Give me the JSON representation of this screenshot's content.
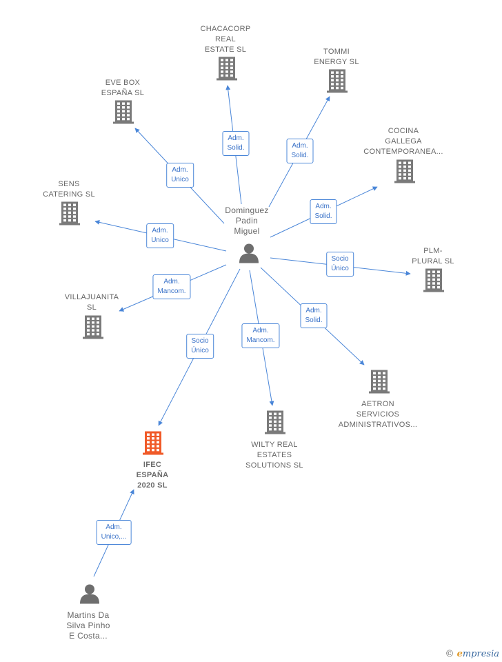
{
  "center": {
    "name": "Dominguez\nPadin\nMiguel"
  },
  "companies": [
    {
      "id": "chacacorp",
      "name": "CHACACORP\nREAL\nESTATE  SL"
    },
    {
      "id": "tommi",
      "name": "TOMMI\nENERGY  SL"
    },
    {
      "id": "evebox",
      "name": "EVE BOX\nESPAÑA SL"
    },
    {
      "id": "cocina",
      "name": "COCINA\nGALLEGA\nCONTEMPORANEA..."
    },
    {
      "id": "sens",
      "name": "SENS\nCATERING SL"
    },
    {
      "id": "plm",
      "name": "PLM-\nPLURAL  SL"
    },
    {
      "id": "villajuanita",
      "name": "VILLAJUANITA\nSL"
    },
    {
      "id": "aetron",
      "name": "AETRON\nSERVICIOS\nADMINISTRATIVOS..."
    },
    {
      "id": "wilty",
      "name": "WILTY REAL\nESTATES\nSOLUTIONS SL"
    },
    {
      "id": "ifec",
      "name": "IFEC\nESPAÑA\n2020  SL",
      "highlight": true
    }
  ],
  "persons": [
    {
      "id": "martins",
      "name": "Martins Da\nSilva Pinho\nE Costa..."
    }
  ],
  "edges": [
    {
      "from": "center",
      "to": "chacacorp",
      "label": "Adm.\nSolid."
    },
    {
      "from": "center",
      "to": "tommi",
      "label": "Adm.\nSolid."
    },
    {
      "from": "center",
      "to": "evebox",
      "label": "Adm.\nUnico"
    },
    {
      "from": "center",
      "to": "cocina",
      "label": "Adm.\nSolid."
    },
    {
      "from": "center",
      "to": "sens",
      "label": "Adm.\nUnico"
    },
    {
      "from": "center",
      "to": "plm",
      "label": "Socio\nÚnico"
    },
    {
      "from": "center",
      "to": "villajuanita",
      "label": "Adm.\nMancom."
    },
    {
      "from": "center",
      "to": "aetron",
      "label": "Adm.\nSolid."
    },
    {
      "from": "center",
      "to": "wilty",
      "label": "Adm.\nMancom."
    },
    {
      "from": "center",
      "to": "ifec",
      "label": "Socio\nÚnico"
    },
    {
      "from": "martins",
      "to": "ifec",
      "label": "Adm.\nUnico,..."
    }
  ],
  "colors": {
    "edge": "#4a86d8",
    "building": "#7a7a7a",
    "highlight": "#f05a28",
    "person": "#6e6e6e"
  },
  "watermark": {
    "symbol": "©",
    "brand_initial": "e",
    "brand_rest": "mpresia"
  }
}
